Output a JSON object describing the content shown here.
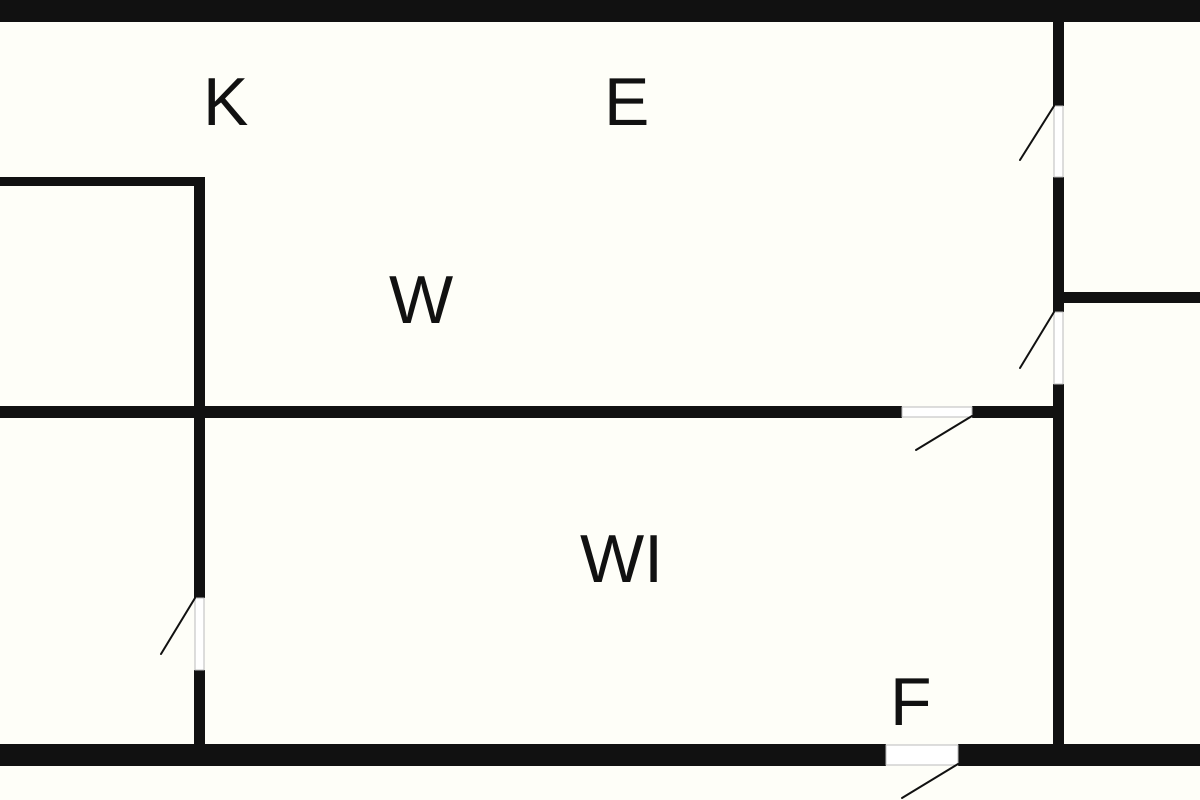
{
  "colors": {
    "background": "#fefef8",
    "wall": "#111111",
    "opening": "#ffffff"
  },
  "rooms": [
    {
      "id": "k",
      "label": "K"
    },
    {
      "id": "e",
      "label": "E"
    },
    {
      "id": "w",
      "label": "W"
    },
    {
      "id": "wi",
      "label": "WI"
    },
    {
      "id": "f",
      "label": "F"
    }
  ]
}
